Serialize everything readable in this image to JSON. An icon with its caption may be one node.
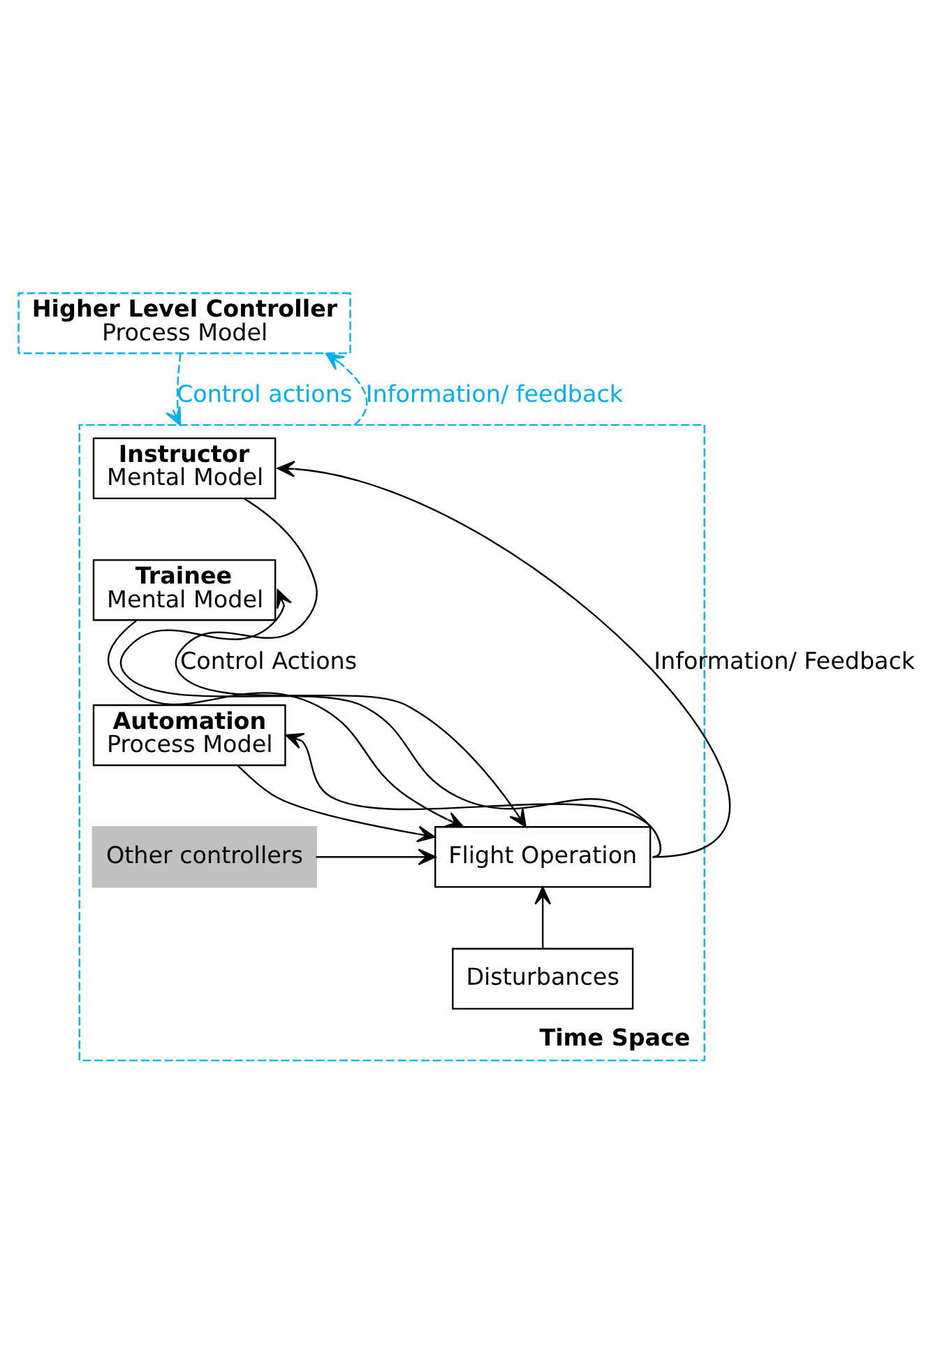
{
  "diagram": {
    "nodes": [
      {
        "text": [
          "Higher Level Controller",
          "Process Model"
        ]
      },
      {
        "text": [
          "Time Space"
        ]
      },
      {
        "text": [
          "Instructor",
          "Mental Model"
        ],
        "in": 1
      },
      {
        "text": [
          "Trainee",
          "Mental Model"
        ],
        "in": 1
      },
      {
        "text": [
          "Automation",
          "Process Model"
        ],
        "in": 1
      },
      {
        "text": [
          "Flight Operation"
        ],
        "in": 1
      },
      {
        "text": [
          "Other controllers"
        ],
        "in": 1
      },
      {
        "text": [
          "Disturbances"
        ],
        "in": 1
      }
    ],
    "edges": [
      {
        "from": 0,
        "to": 1,
        "arrow": "to",
        "label": "Control actions",
        "style": "dashed",
        "color": "#00b0f0"
      },
      {
        "from": 1,
        "to": 0,
        "arrow": "to",
        "label": "Information/ feedback",
        "style": "dashed",
        "color": "#00b0f0"
      },
      {
        "from": 2,
        "to": 5,
        "arrow": "to",
        "label": "Control Actions"
      },
      {
        "from": 3,
        "to": 5,
        "arrow": "to"
      },
      {
        "from": 4,
        "to": 5,
        "arrow": "to"
      },
      {
        "from": 5,
        "to": 2,
        "arrow": "to",
        "label": "Information/ Feedback"
      },
      {
        "from": 5,
        "to": 3,
        "arrow": "to"
      },
      {
        "from": 5,
        "to": 4,
        "arrow": "to"
      },
      {
        "from": 6,
        "to": 5,
        "arrow": "to"
      },
      {
        "from": 7,
        "to": 5,
        "arrow": "to"
      }
    ]
  }
}
